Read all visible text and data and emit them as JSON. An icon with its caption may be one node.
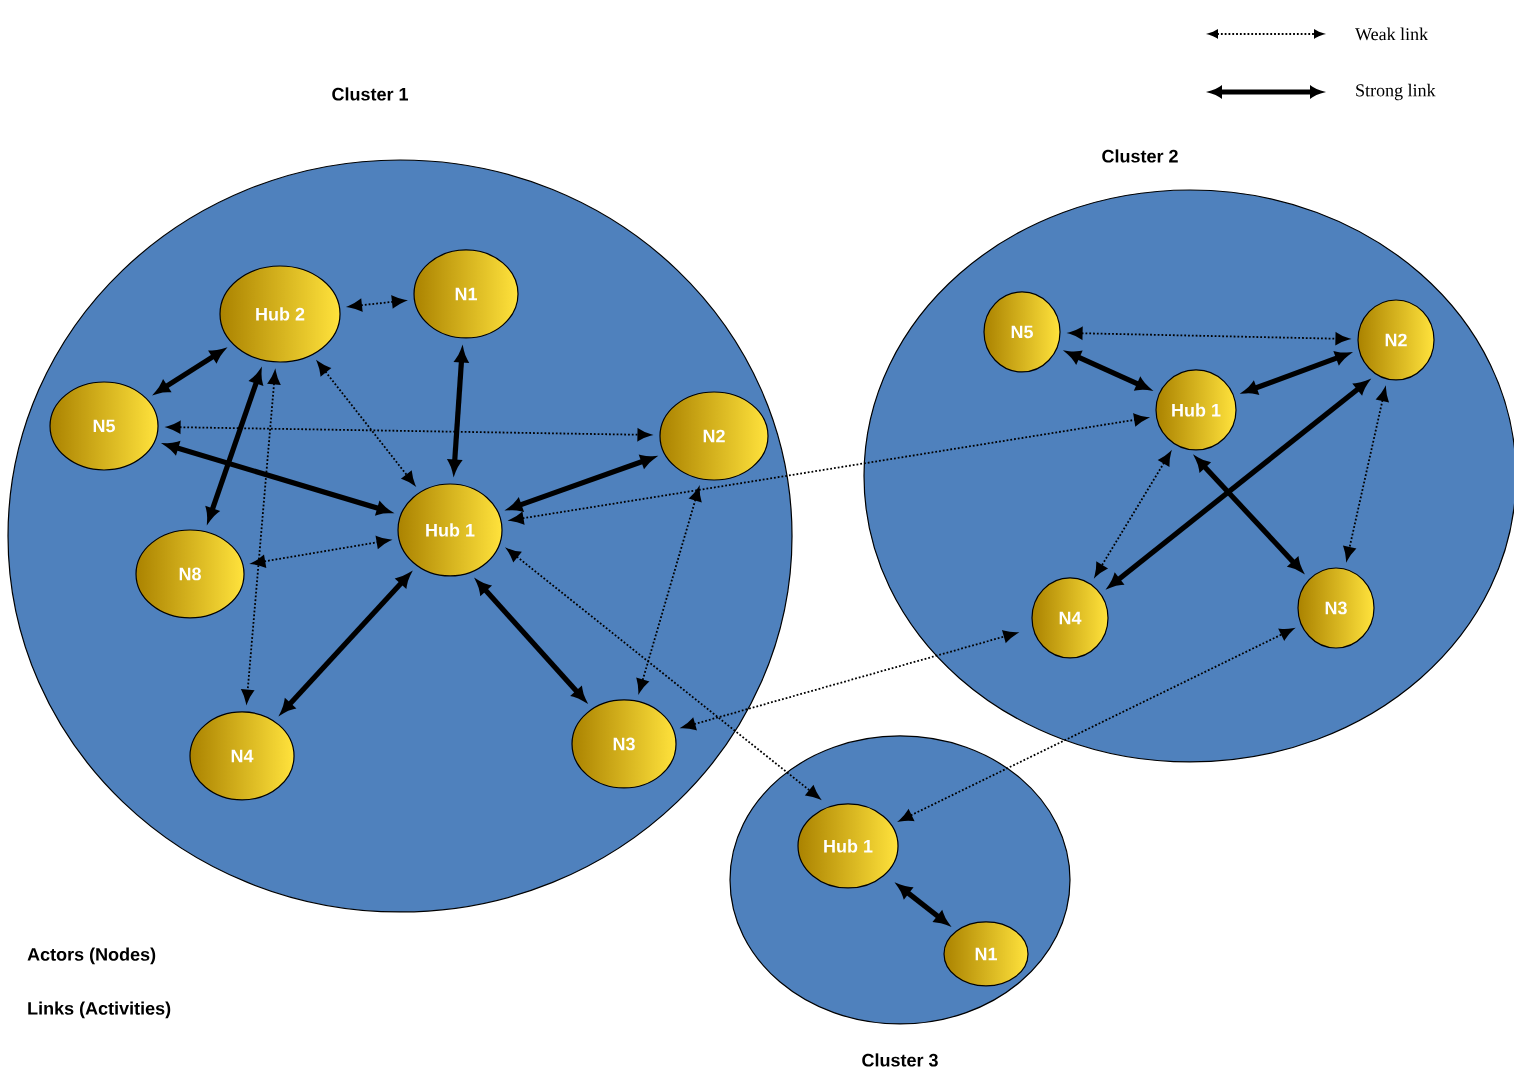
{
  "diagram": {
    "nodes": [
      {
        "text": [
          "Cluster 1"
        ]
      },
      {
        "text": [
          "Cluster 2"
        ]
      },
      {
        "text": [
          "Cluster 3"
        ]
      },
      {
        "text": [
          "Hub 2"
        ],
        "in": 0
      },
      {
        "text": [
          "N1"
        ],
        "in": 0
      },
      {
        "text": [
          "N5"
        ],
        "in": 0
      },
      {
        "text": [
          "N2"
        ],
        "in": 0
      },
      {
        "text": [
          "Hub 1"
        ],
        "in": 0
      },
      {
        "text": [
          "N8"
        ],
        "in": 0
      },
      {
        "text": [
          "N4"
        ],
        "in": 0
      },
      {
        "text": [
          "N3"
        ],
        "in": 0
      },
      {
        "text": [
          "N5"
        ],
        "in": 1
      },
      {
        "text": [
          "N2"
        ],
        "in": 1
      },
      {
        "text": [
          "Hub 1"
        ],
        "in": 1
      },
      {
        "text": [
          "N4"
        ],
        "in": 1
      },
      {
        "text": [
          "N3"
        ],
        "in": 1
      },
      {
        "text": [
          "Hub 1"
        ],
        "in": 2
      },
      {
        "text": [
          "N1"
        ],
        "in": 2
      }
    ],
    "edges": [
      {
        "from": 3,
        "to": 4,
        "arrow": "both",
        "style": "dashed"
      },
      {
        "from": 3,
        "to": 5,
        "arrow": "both",
        "style": "thick"
      },
      {
        "from": 3,
        "to": 8,
        "arrow": "both",
        "style": "thick"
      },
      {
        "from": 3,
        "to": 9,
        "arrow": "both",
        "style": "dashed"
      },
      {
        "from": 3,
        "to": 7,
        "arrow": "both",
        "style": "dashed"
      },
      {
        "from": 5,
        "to": 6,
        "arrow": "both",
        "style": "dashed"
      },
      {
        "from": 4,
        "to": 7,
        "arrow": "both",
        "style": "thick"
      },
      {
        "from": 5,
        "to": 7,
        "arrow": "both",
        "style": "thick"
      },
      {
        "from": 8,
        "to": 7,
        "arrow": "both",
        "style": "dashed"
      },
      {
        "from": 7,
        "to": 6,
        "arrow": "both",
        "style": "thick"
      },
      {
        "from": 6,
        "to": 10,
        "arrow": "both",
        "style": "dashed"
      },
      {
        "from": 7,
        "to": 9,
        "arrow": "both",
        "style": "thick"
      },
      {
        "from": 7,
        "to": 10,
        "arrow": "both",
        "style": "thick"
      },
      {
        "from": 7,
        "to": 13,
        "arrow": "both",
        "style": "dashed"
      },
      {
        "from": 7,
        "to": 16,
        "arrow": "both",
        "style": "dashed"
      },
      {
        "from": 10,
        "to": 14,
        "arrow": "both",
        "style": "dashed"
      },
      {
        "from": 16,
        "to": 15,
        "arrow": "both",
        "style": "dashed"
      },
      {
        "from": 11,
        "to": 12,
        "arrow": "both",
        "style": "dashed"
      },
      {
        "from": 11,
        "to": 13,
        "arrow": "both",
        "style": "thick"
      },
      {
        "from": 13,
        "to": 12,
        "arrow": "both",
        "style": "thick"
      },
      {
        "from": 13,
        "to": 14,
        "arrow": "both",
        "style": "dashed"
      },
      {
        "from": 12,
        "to": 14,
        "arrow": "both",
        "style": "thick"
      },
      {
        "from": 13,
        "to": 15,
        "arrow": "both",
        "style": "thick"
      },
      {
        "from": 12,
        "to": 15,
        "arrow": "both",
        "style": "dashed"
      },
      {
        "from": 16,
        "to": 17,
        "arrow": "both",
        "style": "thick"
      }
    ],
    "labels": [
      "Actors (Nodes)",
      "Links (Activities)"
    ],
    "legend": [
      {
        "text": "Weak link"
      },
      {
        "text": "Strong link"
      }
    ]
  }
}
